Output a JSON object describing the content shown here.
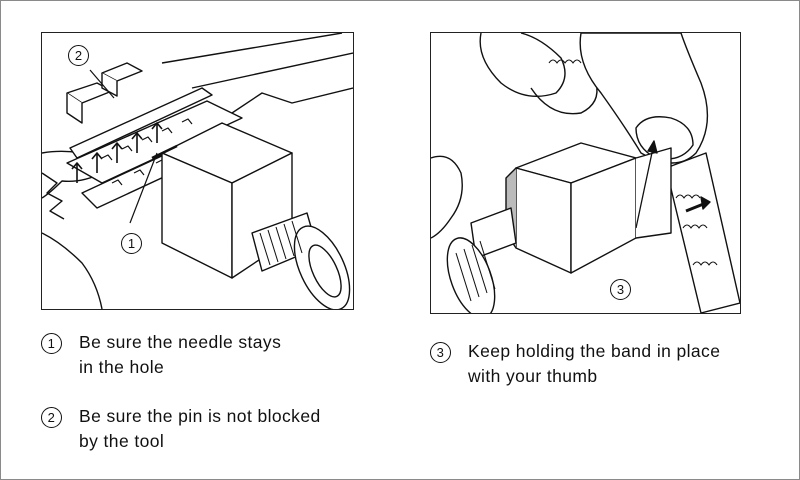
{
  "callouts": {
    "one": "1",
    "two": "2",
    "three": "3"
  },
  "notes": [
    {
      "num": "1",
      "text": "Be sure the needle stays\nin the hole"
    },
    {
      "num": "2",
      "text": "Be sure the pin is not blocked\nby the tool"
    },
    {
      "num": "3",
      "text": "Keep holding the band in place\nwith your thumb"
    }
  ]
}
